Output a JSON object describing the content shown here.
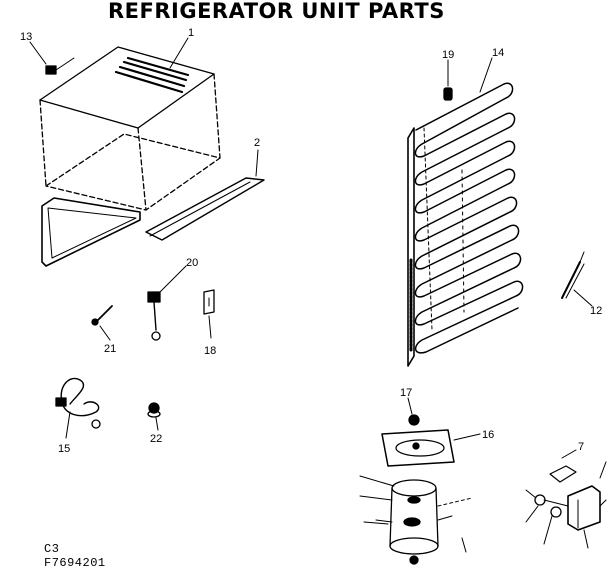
{
  "title": "REFRIGERATOR UNIT PARTS",
  "callouts": {
    "c1": "1",
    "c2": "2",
    "c7": "7",
    "c12": "12",
    "c13": "13",
    "c14": "14",
    "c15": "15",
    "c16": "16",
    "c17": "17",
    "c18": "18",
    "c19": "19",
    "c20": "20",
    "c21": "21",
    "c22": "22"
  },
  "footer": {
    "section": "C3",
    "drawing_number": "F7694201"
  }
}
